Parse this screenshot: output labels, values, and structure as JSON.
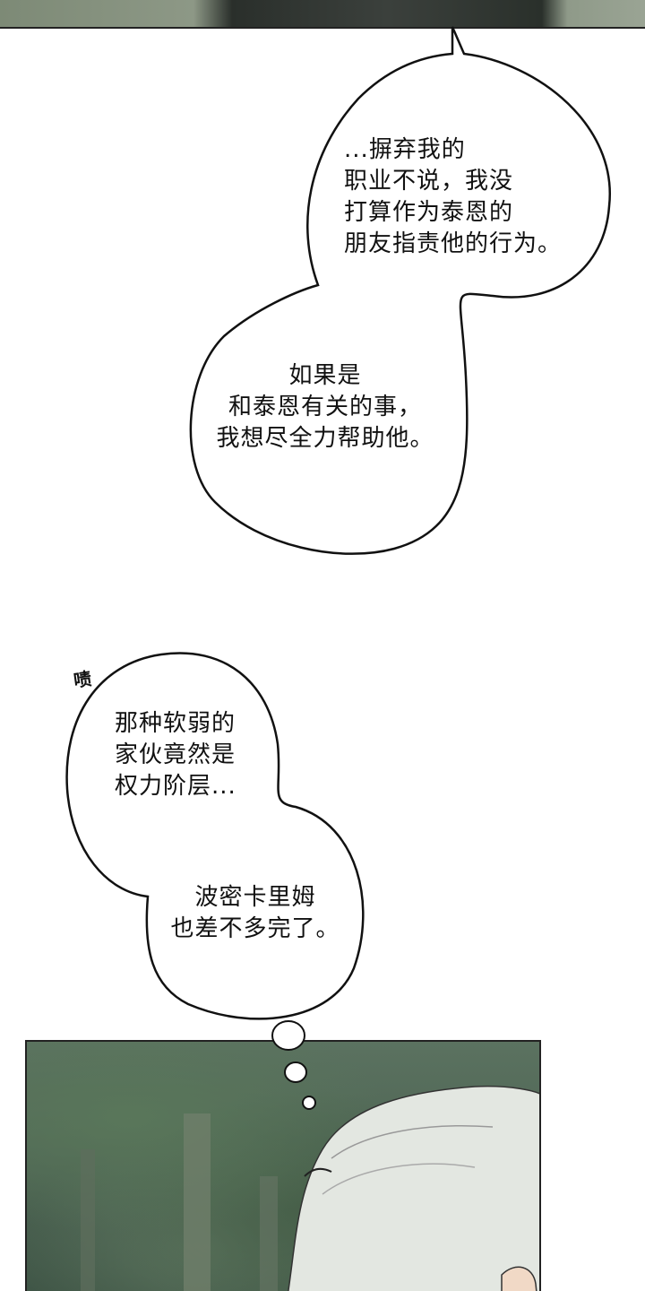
{
  "bubbles": {
    "first_top": "...摒弃我的\n职业不说，我没\n打算作为泰恩的\n朋友指责他的行为。",
    "first_bottom": "如果是\n和泰恩有关的事，\n我想尽全力帮助他。",
    "second_top": "那种软弱的\n家伙竟然是\n权力阶层...",
    "second_bottom": "波密卡里姆\n也差不多完了。"
  },
  "sfx": "啧",
  "colors": {
    "ink": "#111111",
    "forest": "#4d6453",
    "hair": "#d9ddd6"
  }
}
